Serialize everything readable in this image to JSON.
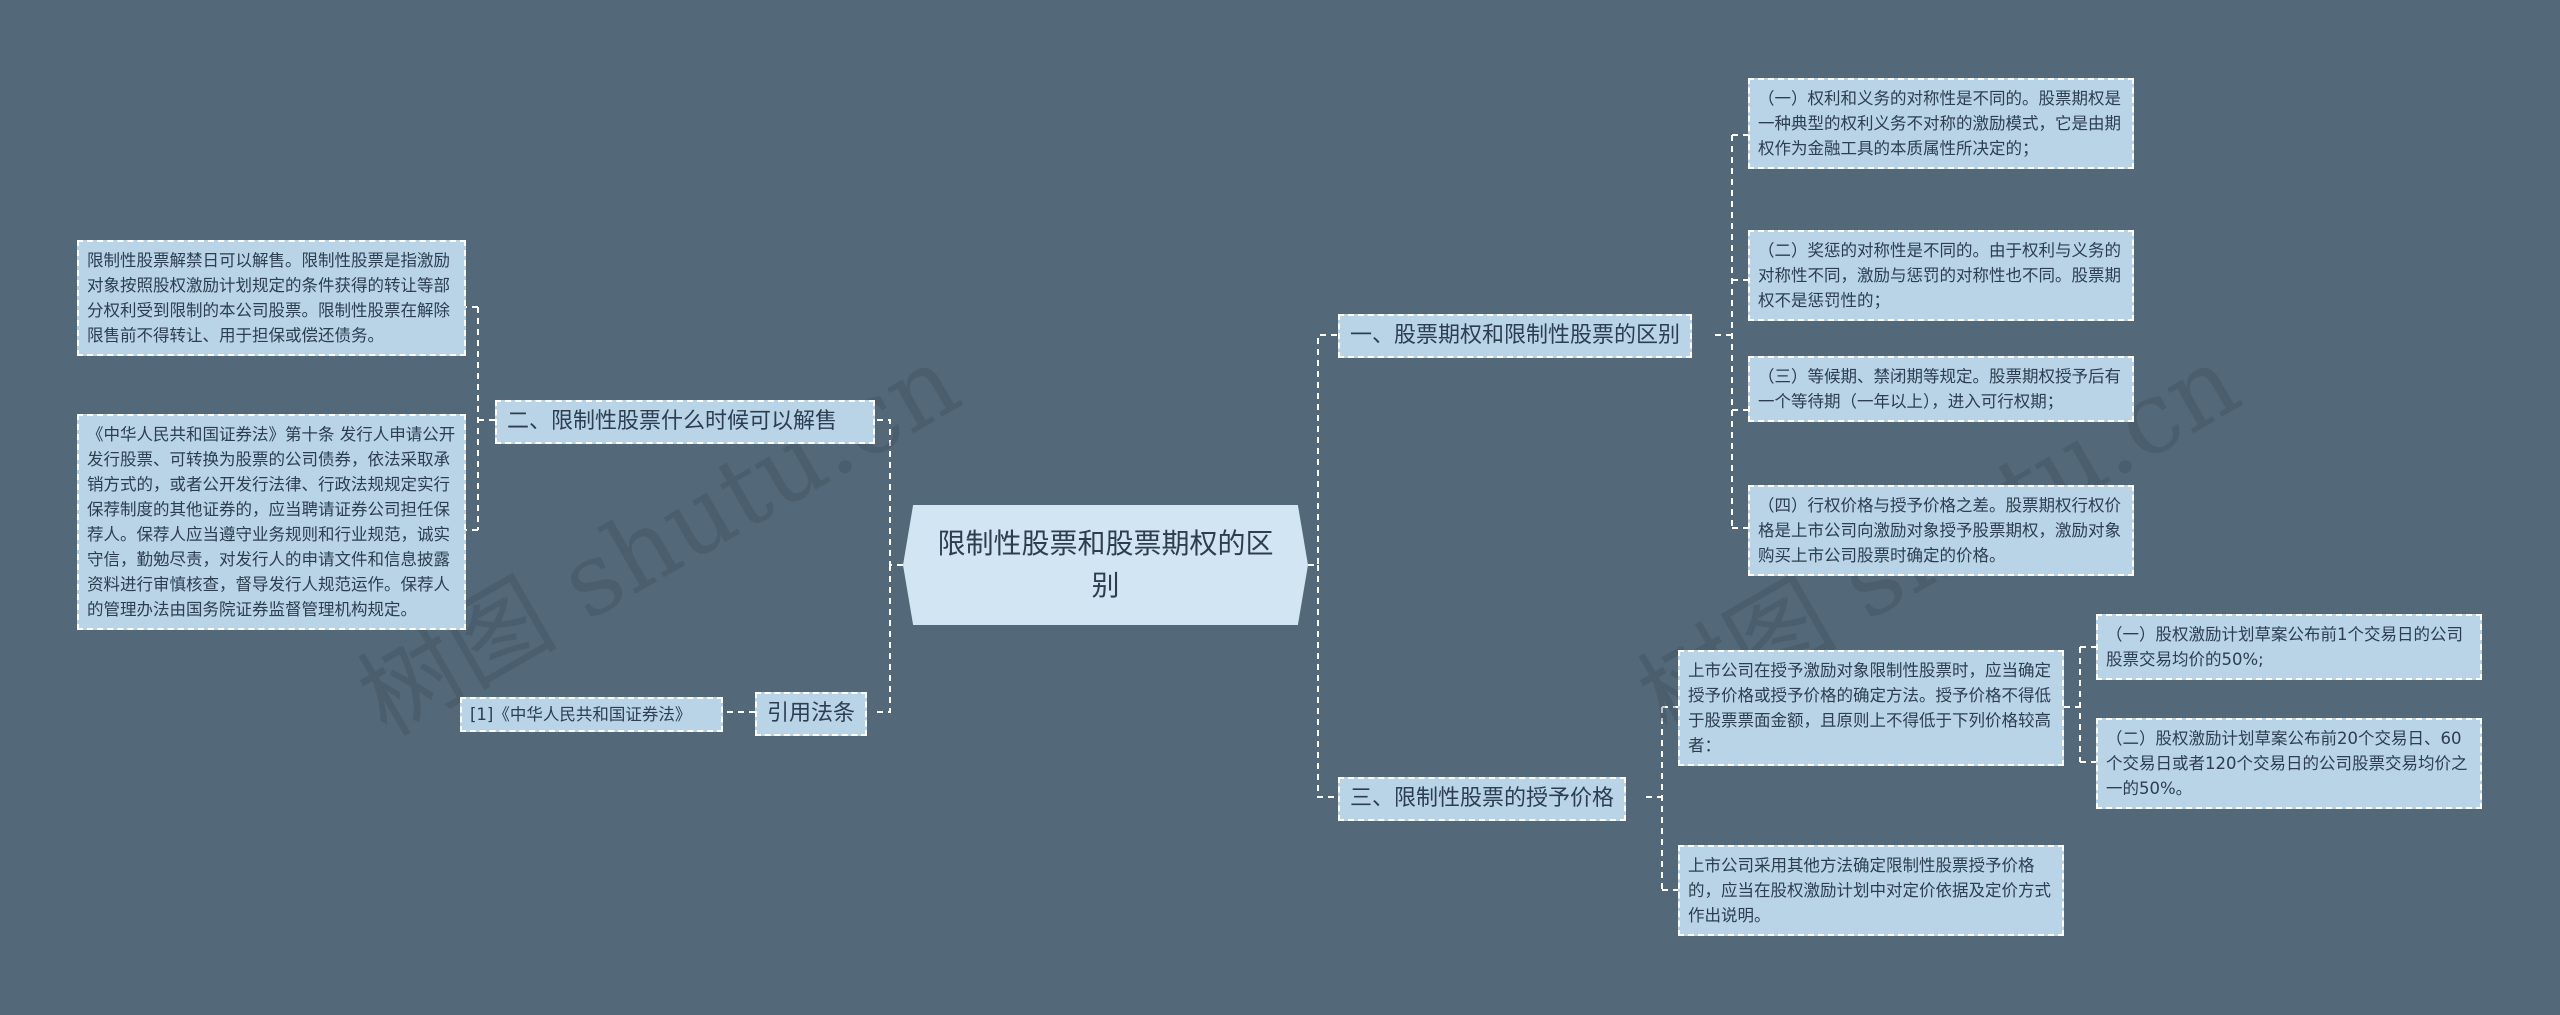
{
  "central": {
    "title": "限制性股票和股票期权的区别"
  },
  "branches": [
    {
      "label": "一、股票期权和限制性股票的区别",
      "children": [
        "（一）权利和义务的对称性是不同的。股票期权是一种典型的权利义务不对称的激励模式，它是由期权作为金融工具的本质属性所决定的；",
        "（二）奖惩的对称性是不同的。由于权利与义务的对称性不同，激励与惩罚的对称性也不同。股票期权不是惩罚性的；",
        "（三）等候期、禁闭期等规定。股票期权授予后有一个等待期（一年以上），进入可行权期；",
        "（四）行权价格与授予价格之差。股票期权行权价格是上市公司向激励对象授予股票期权，激励对象购买上市公司股票时确定的价格。"
      ]
    },
    {
      "label": "三、限制性股票的授予价格",
      "children": [
        {
          "text": "上市公司在授予激励对象限制性股票时，应当确定授予价格或授予价格的确定方法。授予价格不得低于股票票面金额，且原则上不得低于下列价格较高者：",
          "children": [
            "（一）股权激励计划草案公布前1个交易日的公司股票交易均价的50%;",
            "（二）股权激励计划草案公布前20个交易日、60个交易日或者120个交易日的公司股票交易均价之一的50%。"
          ]
        },
        {
          "text": "上市公司采用其他方法确定限制性股票授予价格的，应当在股权激励计划中对定价依据及定价方式作出说明。"
        }
      ]
    },
    {
      "label": "二、限制性股票什么时候可以解售",
      "children": [
        "限制性股票解禁日可以解售。限制性股票是指激励对象按照股权激励计划规定的条件获得的转让等部分权利受到限制的本公司股票。限制性股票在解除限售前不得转让、用于担保或偿还债务。",
        "《中华人民共和国证券法》第十条 发行人申请公开发行股票、可转换为股票的公司债券，依法采取承销方式的，或者公开发行法律、行政法规规定实行保荐制度的其他证券的，应当聘请证券公司担任保荐人。保荐人应当遵守业务规则和行业规范，诚实守信，勤勉尽责，对发行人的申请文件和信息披露资料进行审慎核查，督导发行人规范运作。保荐人的管理办法由国务院证券监督管理机构规定。"
      ]
    },
    {
      "label": "引用法条",
      "children": [
        "[1]《中华人民共和国证券法》"
      ]
    }
  ],
  "watermarks": [
    "树图 shutu.cn",
    "树图 shutu.cn"
  ]
}
